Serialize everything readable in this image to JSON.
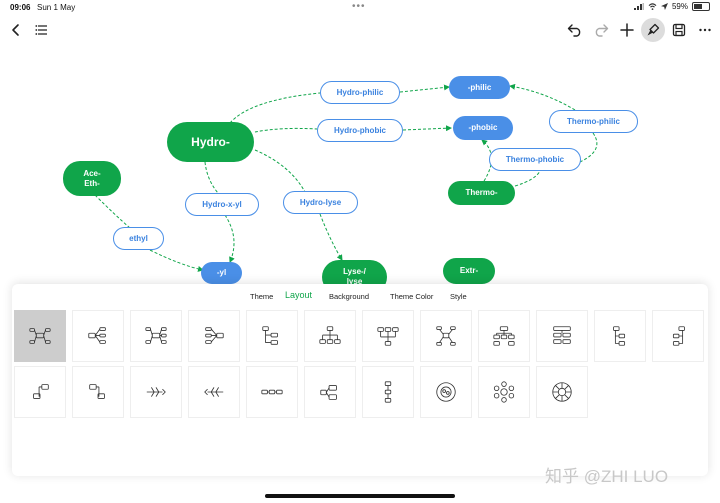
{
  "status": {
    "time": "09:06",
    "date": "Sun 1 May",
    "battery": "59%",
    "battery_level": 0.59
  },
  "toolbar": {
    "icons": [
      "back-icon",
      "outline-icon",
      "undo-icon",
      "redo-icon",
      "add-icon",
      "format-brush-icon",
      "save-icon",
      "more-icon"
    ]
  },
  "mindmap": {
    "nodes": {
      "hydro": "Hydro-",
      "philic": "-philic",
      "phobic": "-phobic",
      "hydrophilic": "Hydro-philic",
      "hydrophobic": "Hydro-phobic",
      "thermophilic": "Thermo-philic",
      "thermophobic": "Thermo-phobic",
      "thermo": "Thermo-",
      "aceeth_line1": "Ace-",
      "aceeth_line2": "Eth-",
      "ethyl": "ethyl",
      "hydroxyl": "Hydro-x-yl",
      "hydrolyse": "Hydro-lyse",
      "yl": "-yl",
      "lyse_line1": "Lyse-/",
      "lyse_line2": "lyse",
      "extr": "Extr-"
    },
    "colors": {
      "green": "#10a54a",
      "blue": "#4a8fe7",
      "connector": "#10a54a"
    }
  },
  "panel": {
    "tabs": [
      "Theme",
      "Layout",
      "Background",
      "Theme Color",
      "Style"
    ],
    "active_tab": "Layout",
    "accent": "#10a54a",
    "layouts": [
      "mind-map-layout-icon",
      "right-map-layout-icon",
      "balanced-map-layout-icon",
      "left-map-layout-icon",
      "right-tree-layout-icon",
      "org-chart-down-icon",
      "org-chart-up-icon",
      "tree-chart-icon",
      "tree-table-icon",
      "matrix-layout-icon",
      "right-tree-compact-icon",
      "left-tree-compact-icon",
      "left-bracket-icon",
      "right-bracket-icon",
      "fishbone-right-icon",
      "fishbone-left-icon",
      "timeline-horizontal-icon",
      "timeline-bubble-icon",
      "timeline-vertical-icon",
      "circle-map-icon",
      "bubble-cluster-icon",
      "radial-ring-icon"
    ],
    "selected_index": 0
  },
  "watermark": "知乎 @ZHI LUO"
}
